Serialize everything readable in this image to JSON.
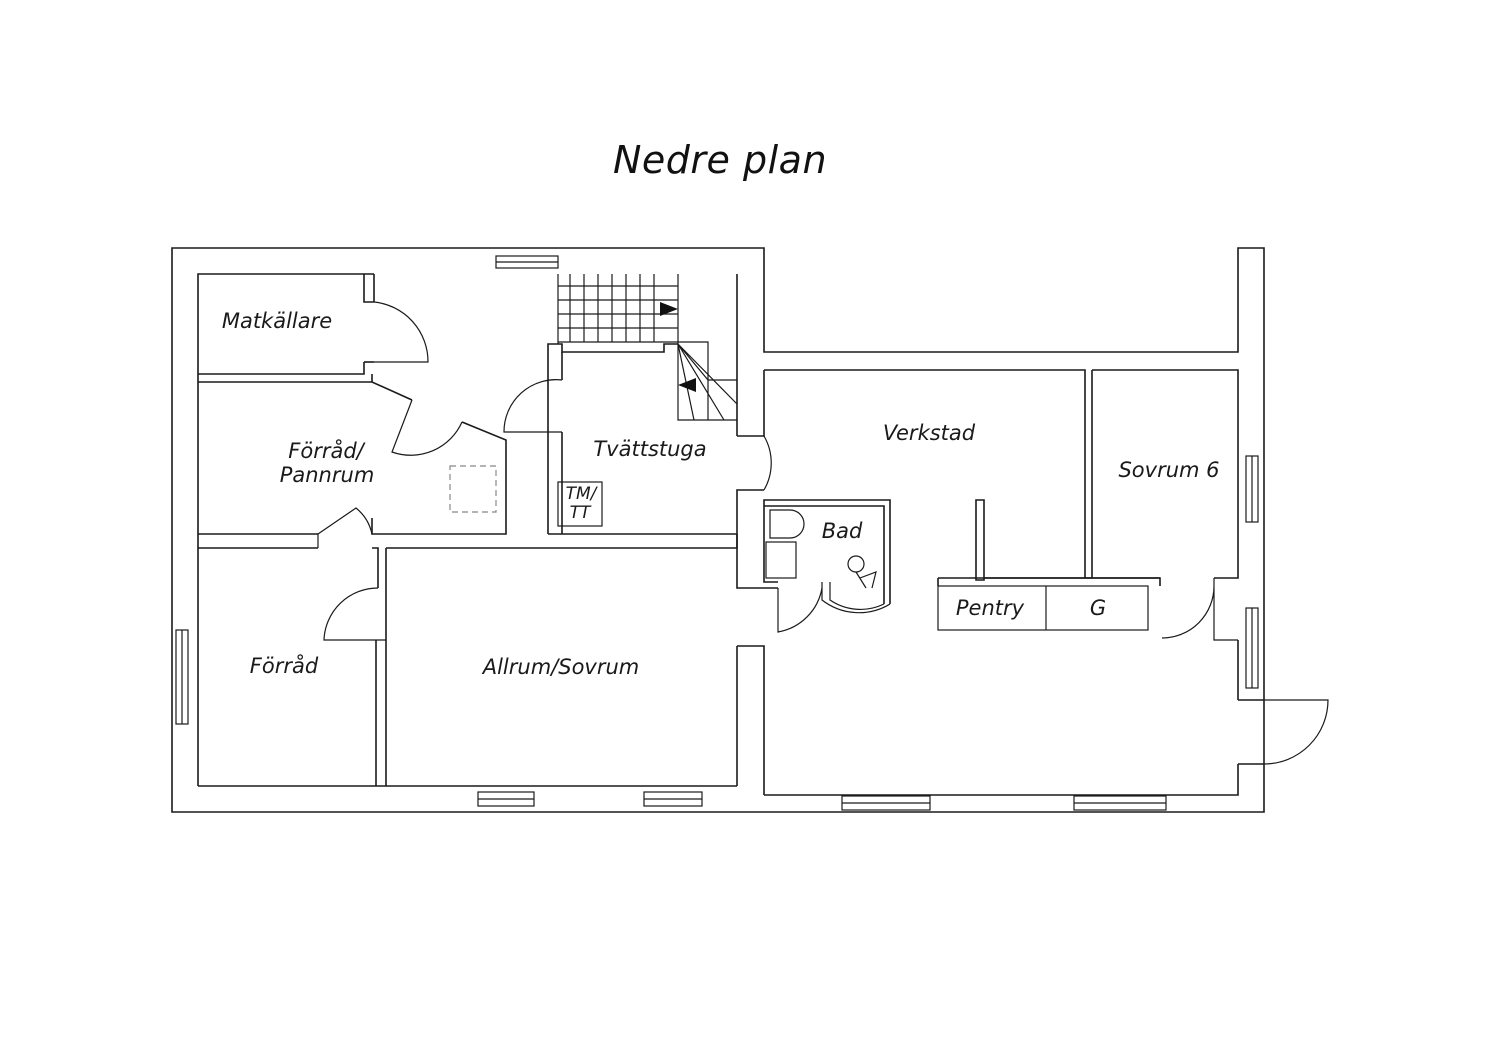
{
  "title": "Nedre plan",
  "rooms": {
    "matkallare": "Matkällare",
    "forrad_pannrum_1": "Förråd/",
    "forrad_pannrum_2": "Pannrum",
    "tvattstuga": "Tvättstuga",
    "tm_1": "TM/",
    "tm_2": "TT",
    "verkstad": "Verkstad",
    "sovrum6": "Sovrum 6",
    "bad": "Bad",
    "pentry": "Pentry",
    "g": "G",
    "forrad": "Förråd",
    "allrum": "Allrum/Sovrum"
  }
}
